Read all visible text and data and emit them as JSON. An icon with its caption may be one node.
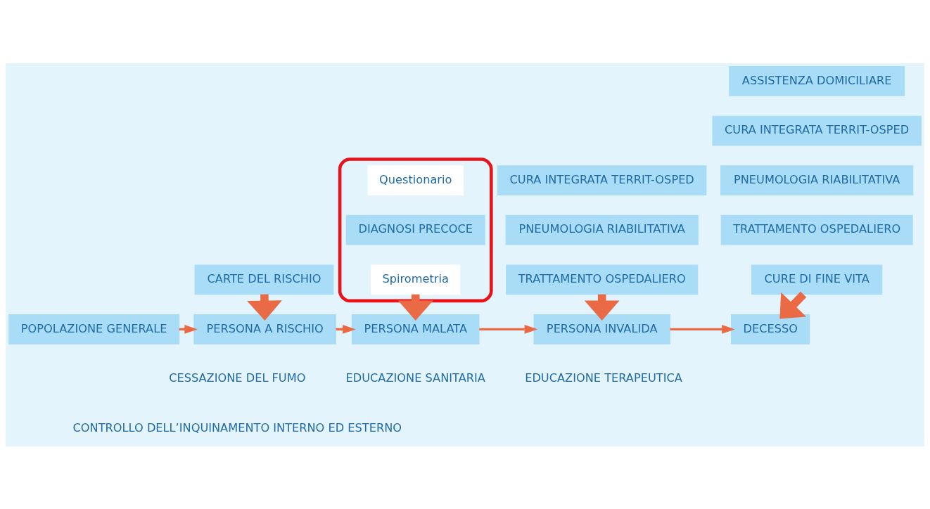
{
  "diagram": {
    "nodes": [
      {
        "text": [
          "CARTE DEL RISCHIO"
        ]
      },
      {
        "text": [],
        "shape": "ellipse"
      },
      {
        "text": [
          "Questionario"
        ],
        "in": 1
      },
      {
        "text": [
          "DIAGNOSI PRECOCE"
        ],
        "in": 1
      },
      {
        "text": [
          "Spirometria"
        ],
        "in": 1
      },
      {
        "text": [
          "CURA INTEGRATA TERRIT-OSPED"
        ]
      },
      {
        "text": [
          "PNEUMOLOGIA RIABILITATIVA"
        ]
      },
      {
        "text": [
          "TRATTAMENTO OSPEDALIERO"
        ]
      },
      {
        "text": [
          "ASSISTENZA DOMICILIARE"
        ]
      },
      {
        "text": [
          "CURA INTEGRATA TERRIT-OSPED"
        ]
      },
      {
        "text": [
          "PNEUMOLOGIA RIABILITATIVA"
        ]
      },
      {
        "text": [
          "TRATTAMENTO OSPEDALIERO"
        ]
      },
      {
        "text": [
          "CURE DI FINE VITA"
        ]
      },
      {
        "text": [
          "POPOLAZIONE GENERALE"
        ]
      },
      {
        "text": [
          "PERSONA A RISCHIO"
        ]
      },
      {
        "text": [
          "PERSONA MALATA"
        ]
      },
      {
        "text": [
          "PERSONA INVALIDA"
        ]
      },
      {
        "text": [
          "DECESSO"
        ]
      }
    ],
    "edges": [
      {
        "from": 0,
        "to": 14,
        "arrow": "to",
        "style": "thick"
      },
      {
        "from": 4,
        "to": 15,
        "arrow": "to",
        "style": "thick"
      },
      {
        "from": 7,
        "to": 16,
        "arrow": "to",
        "style": "thick"
      },
      {
        "from": 12,
        "to": 17,
        "arrow": "to",
        "style": "thick"
      },
      {
        "from": 13,
        "to": 14,
        "arrow": "to"
      },
      {
        "from": 14,
        "to": 15,
        "arrow": "to"
      },
      {
        "from": 15,
        "to": 16,
        "arrow": "to"
      },
      {
        "from": 16,
        "to": 17,
        "arrow": "to"
      }
    ],
    "labels": [
      "CESSAZIONE DEL FUMO",
      "EDUCAZIONE SANITARIA",
      "EDUCAZIONE TERAPEUTICA",
      "CONTROLLO DELL’INQUINAMENTO INTERNO ED ESTERNO"
    ]
  }
}
